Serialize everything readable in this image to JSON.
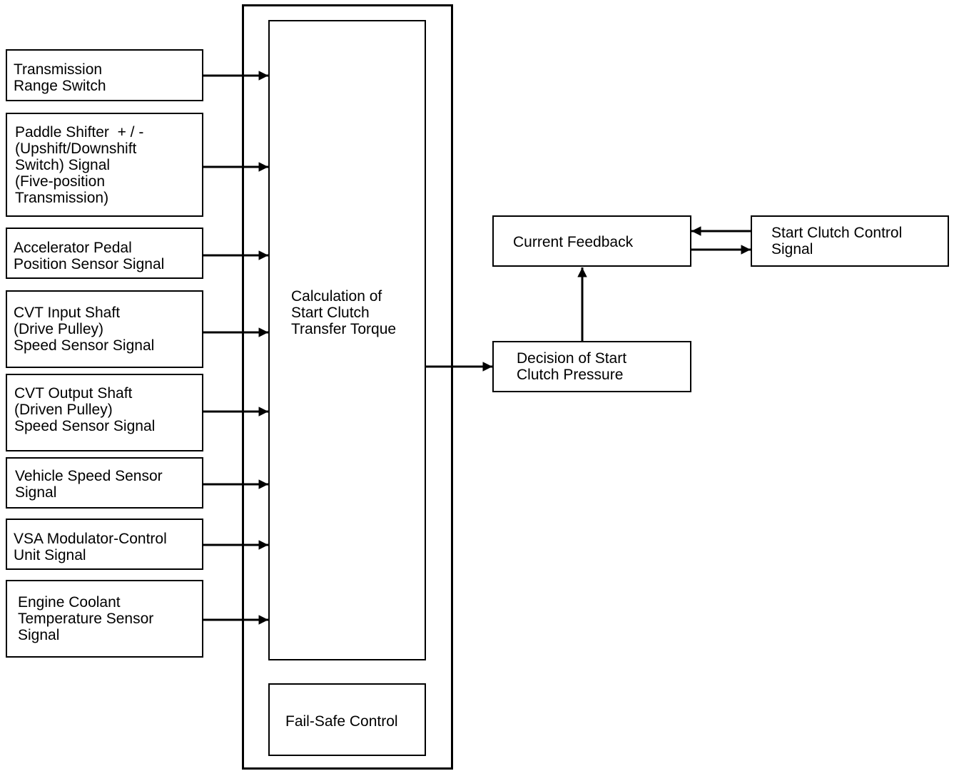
{
  "inputs": [
    {
      "label": "Transmission\nRange Switch"
    },
    {
      "label": "Paddle Shifter  + / -\n(Upshift/Downshift\nSwitch) Signal\n(Five-position\nTransmission)"
    },
    {
      "label": "Accelerator Pedal\nPosition Sensor Signal"
    },
    {
      "label": "CVT Input Shaft\n(Drive Pulley)\nSpeed Sensor Signal"
    },
    {
      "label": "CVT Output Shaft\n(Driven Pulley)\nSpeed Sensor Signal"
    },
    {
      "label": "Vehicle Speed Sensor\nSignal"
    },
    {
      "label": "VSA Modulator-Control\nUnit Signal"
    },
    {
      "label": "Engine Coolant\nTemperature Sensor\nSignal"
    }
  ],
  "calculation": {
    "label": "Calculation of\nStart Clutch\nTransfer Torque"
  },
  "failsafe": {
    "label": "Fail-Safe Control"
  },
  "decision": {
    "label": "Decision of Start\nClutch Pressure"
  },
  "feedback": {
    "label": "Current Feedback"
  },
  "control_signal": {
    "label": "Start Clutch Control\nSignal"
  }
}
